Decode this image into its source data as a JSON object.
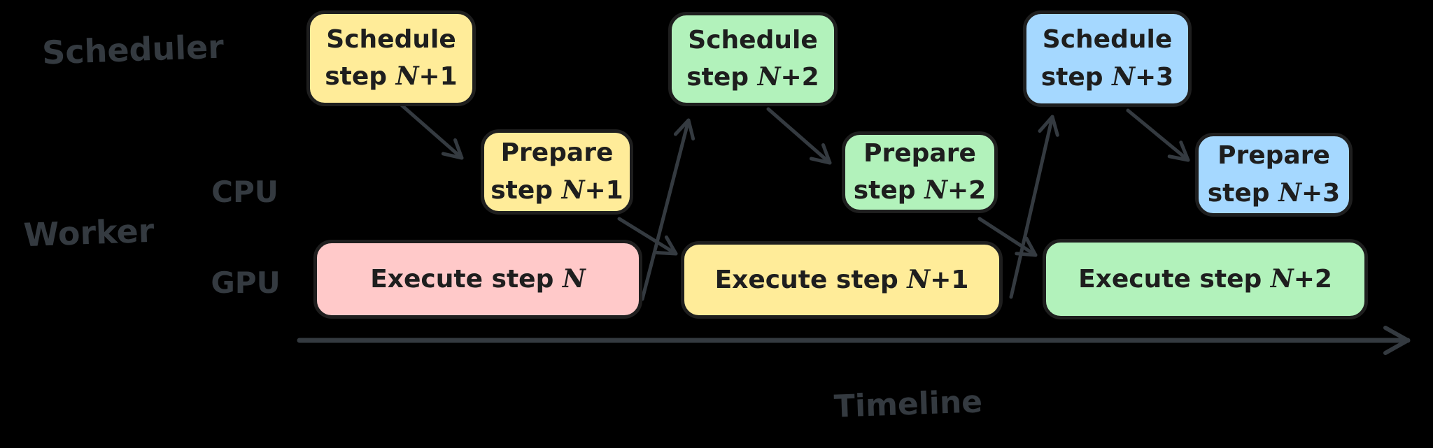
{
  "colors": {
    "background": "#000000",
    "box_border": "#1e1e1e",
    "box_text": "#1e1e1e",
    "label_and_arrows": "#343a40",
    "yellow": "#ffec99",
    "green": "#b2f2bb",
    "blue": "#a5d8ff",
    "pink": "#ffc9c9"
  },
  "row_labels": {
    "scheduler": "Scheduler",
    "worker": "Worker",
    "cpu": "CPU",
    "gpu": "GPU"
  },
  "timeline_label": "Timeline",
  "boxes": {
    "schedule_n1": {
      "line1": "Schedule",
      "pre": "step ",
      "var": "N",
      "post": "+1"
    },
    "schedule_n2": {
      "line1": "Schedule",
      "pre": "step ",
      "var": "N",
      "post": "+2"
    },
    "schedule_n3": {
      "line1": "Schedule",
      "pre": "step ",
      "var": "N",
      "post": "+3"
    },
    "prepare_n1": {
      "line1": "Prepare",
      "pre": "step ",
      "var": "N",
      "post": "+1"
    },
    "prepare_n2": {
      "line1": "Prepare",
      "pre": "step ",
      "var": "N",
      "post": "+2"
    },
    "prepare_n3": {
      "line1": "Prepare",
      "pre": "step ",
      "var": "N",
      "post": "+3"
    },
    "execute_n": {
      "pre": "Execute step ",
      "var": "N",
      "post": ""
    },
    "execute_n1": {
      "pre": "Execute step ",
      "var": "N",
      "post": "+1"
    },
    "execute_n2": {
      "pre": "Execute step ",
      "var": "N",
      "post": "+2"
    }
  }
}
